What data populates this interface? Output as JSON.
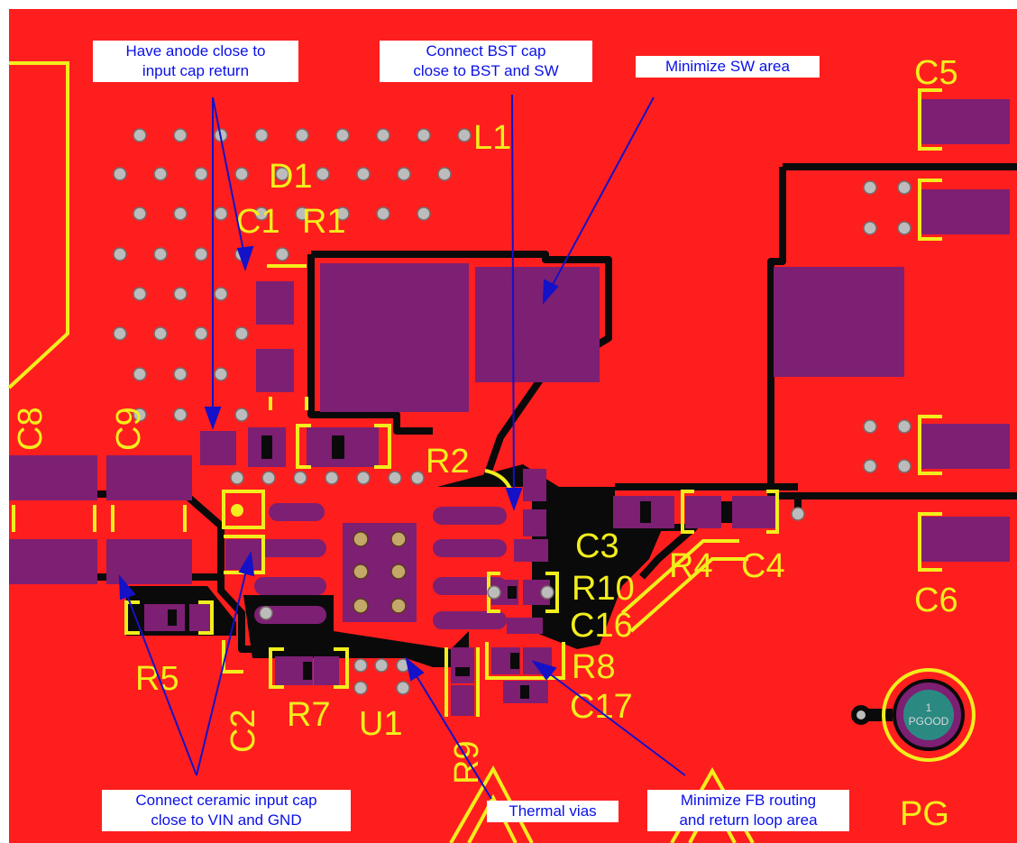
{
  "colors": {
    "copper": "#ff1e1e",
    "pad": "#7d1f73",
    "silkscreen": "#f2ee1d",
    "via": "#bcbcbc",
    "outline": "#0a0a0a",
    "arrow": "#1411c8",
    "callout_text": "#0a10e6",
    "pgood_pad": "#2a8a82"
  },
  "designators": {
    "c5": "C5",
    "l1": "L1",
    "d1": "D1",
    "c1": "C1",
    "r1": "R1",
    "c8": "C8",
    "c9": "C9",
    "r2": "R2",
    "c3": "C3",
    "r10": "R10",
    "r4": "R4",
    "c4": "C4",
    "c6": "C6",
    "c16": "C16",
    "r8": "R8",
    "c17": "C17",
    "r5": "R5",
    "c2": "C2",
    "r7": "R7",
    "u1": "U1",
    "r9": "R9",
    "pg": "PG"
  },
  "pgood": {
    "pin": "1",
    "label": "PGOOD"
  },
  "callouts": {
    "anode": [
      "Have anode close to",
      "input cap return"
    ],
    "bst": [
      "Connect BST cap",
      "close to BST and SW"
    ],
    "sw_area": [
      "Minimize SW area"
    ],
    "ceramic": [
      "Connect ceramic input cap",
      "close to VIN and GND"
    ],
    "thermal": [
      "Thermal vias"
    ],
    "fb": [
      "Minimize FB routing",
      "and return loop area"
    ]
  }
}
